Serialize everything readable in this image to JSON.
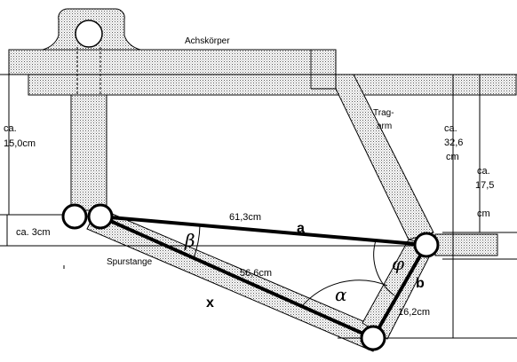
{
  "labels": {
    "axle_body": "Achskörper",
    "control_arm_line1": "Trag-",
    "control_arm_line2": "arm",
    "tie_rod": "Spurstange"
  },
  "dimensions": {
    "left_height_line1": "ca.",
    "left_height_line2": "15,0cm",
    "left_small_line1": "ca. 3cm",
    "right_height_line1": "ca.",
    "right_height_line2": "32,6",
    "right_height_line3": "cm",
    "right_small_line1": "ca.",
    "right_small_line2": "17,5",
    "right_small_line3": "cm"
  },
  "segments": {
    "a_length": "61,3cm",
    "a_letter": "a",
    "x_length": "56,6cm",
    "x_letter": "x",
    "b_length": "16,2cm",
    "b_letter": "b"
  },
  "angles": {
    "beta": "β",
    "alpha": "α",
    "phi": "φ"
  }
}
